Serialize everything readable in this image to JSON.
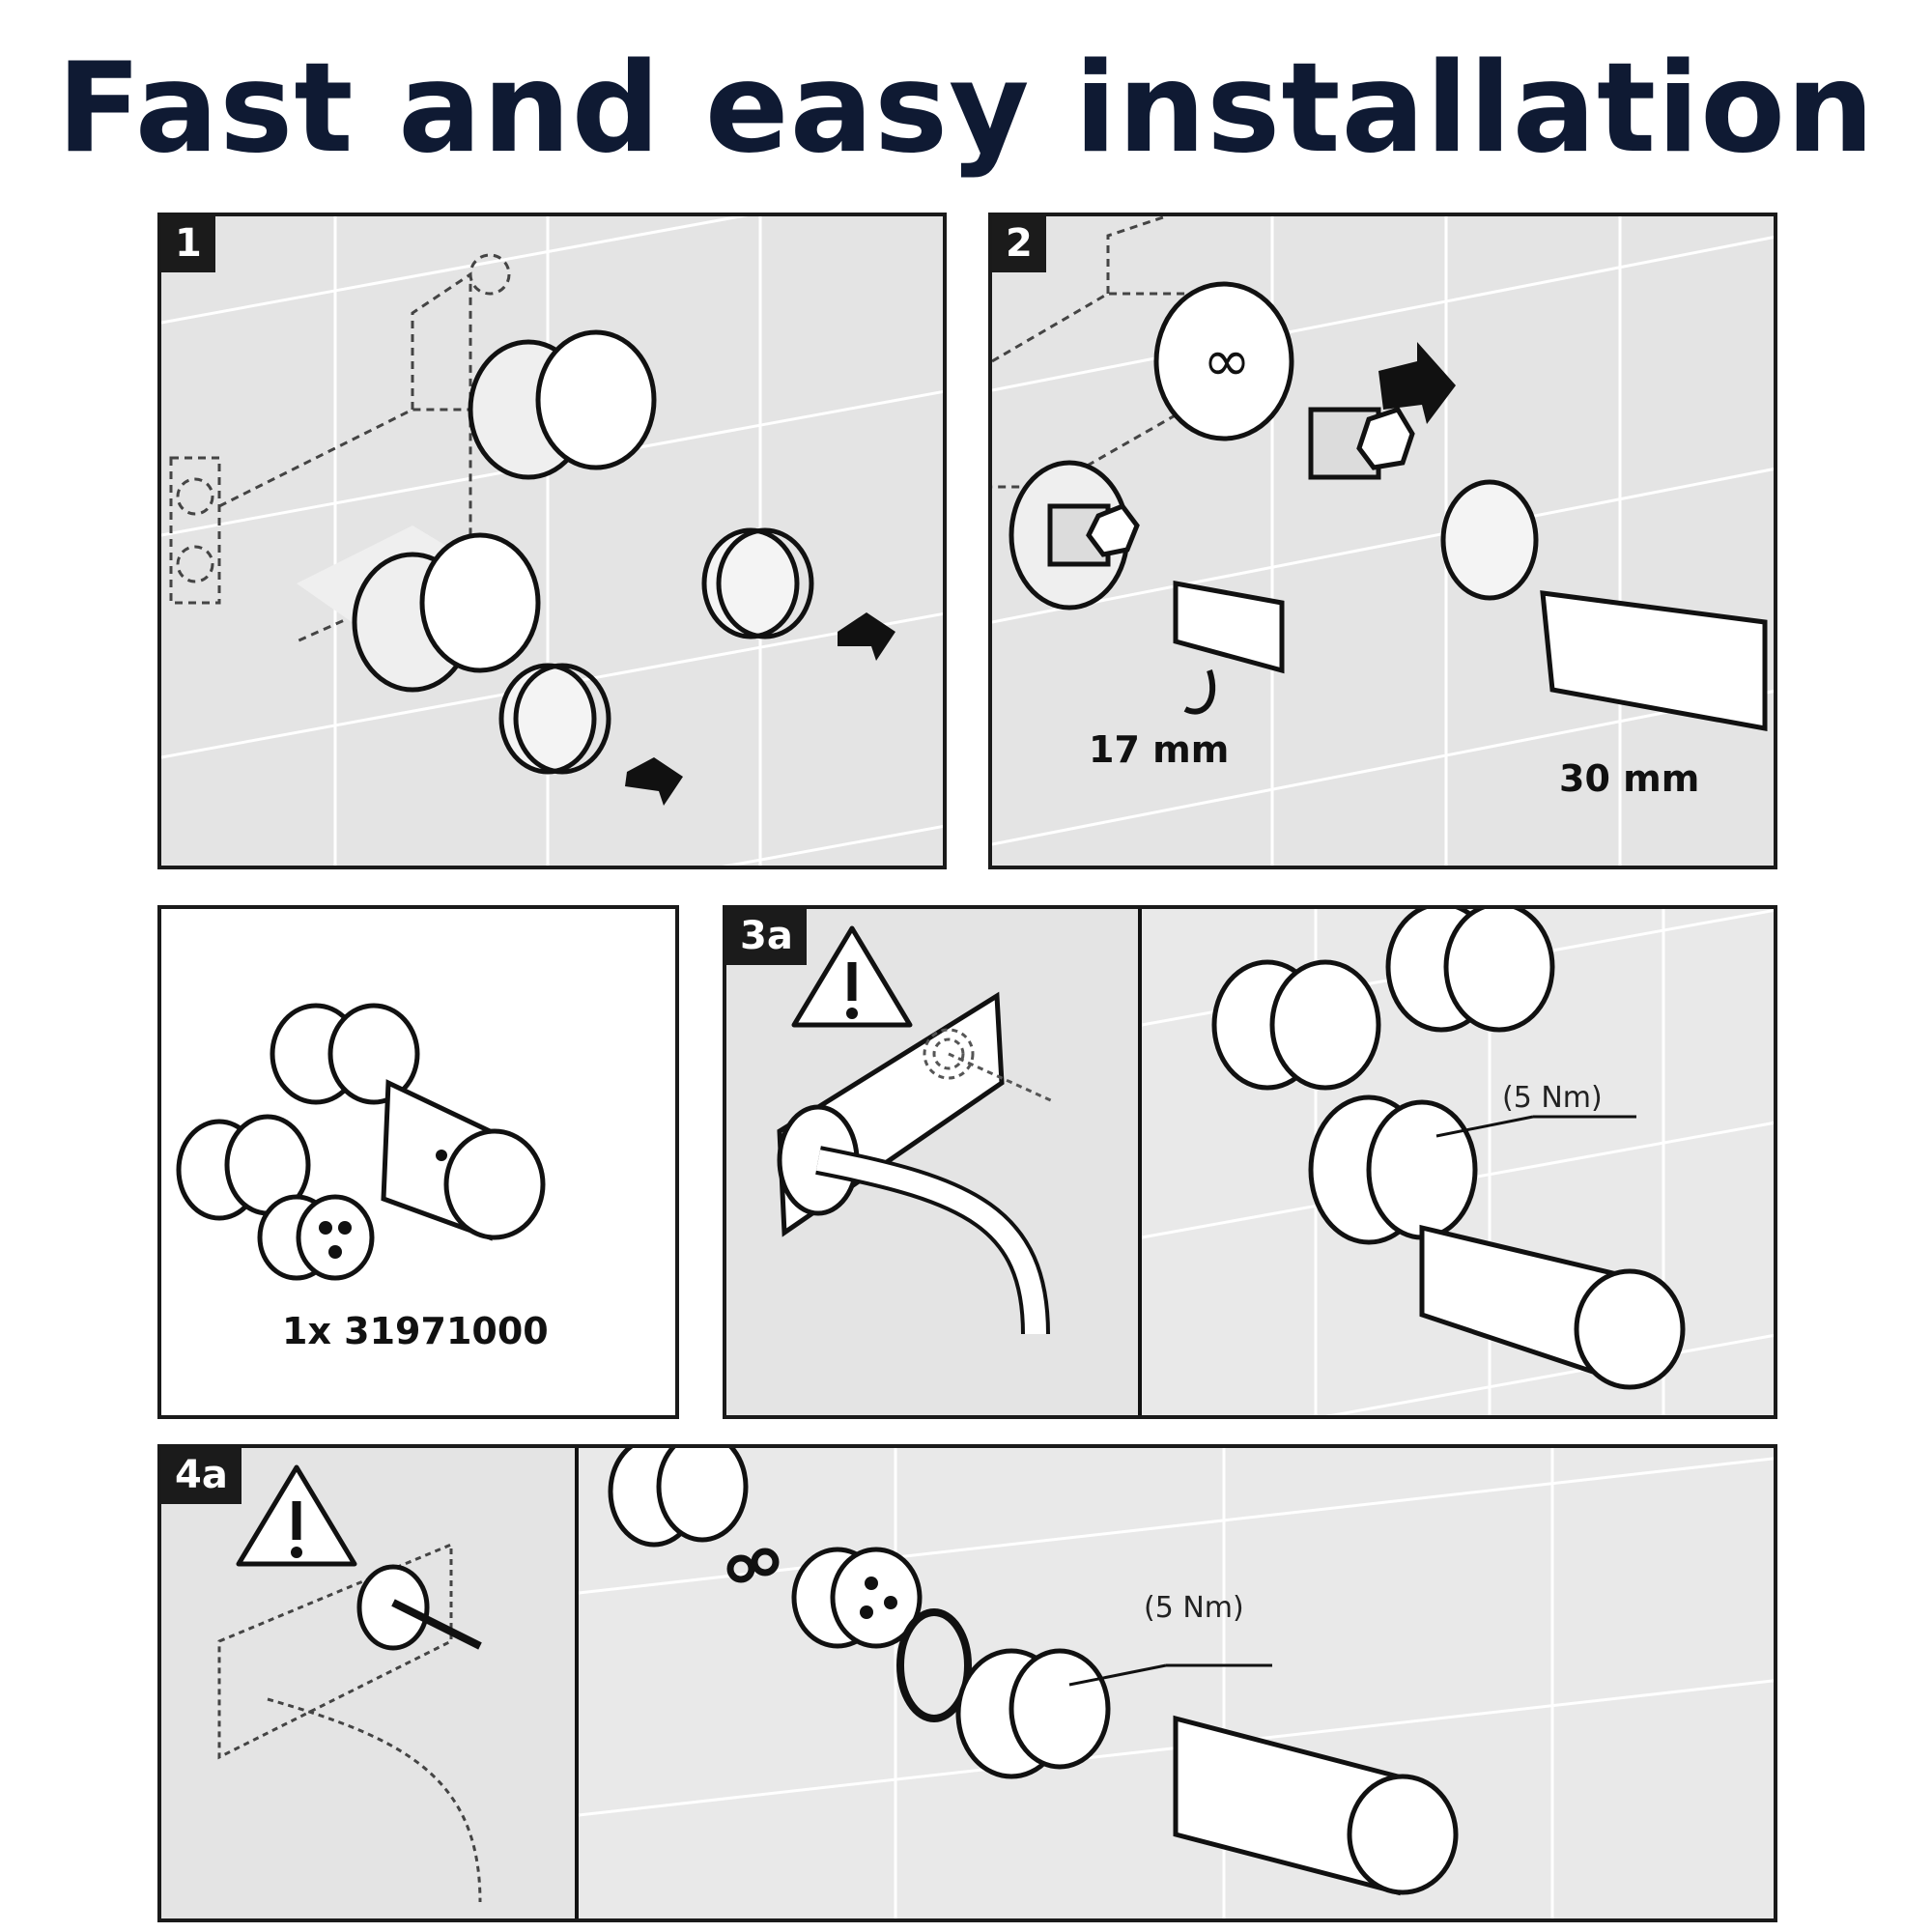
{
  "title": "Fast and easy installation",
  "steps": {
    "step1": {
      "badge": "1"
    },
    "step2": {
      "badge": "2",
      "wrench_small": "17 mm",
      "wrench_large": "30 mm"
    },
    "parts": {
      "part_number": "1x 31971000"
    },
    "step3a": {
      "badge": "3a",
      "torque": "(5 Nm)",
      "warning_icon": "warning-triangle-icon"
    },
    "step4a": {
      "badge": "4a",
      "torque": "(5 Nm)",
      "warning_icon": "warning-triangle-icon"
    }
  },
  "colors": {
    "title": "#0f1a33",
    "panel_bg": "#e4e4e4",
    "badge_bg": "#1b1b1b",
    "outline": "#111111"
  }
}
